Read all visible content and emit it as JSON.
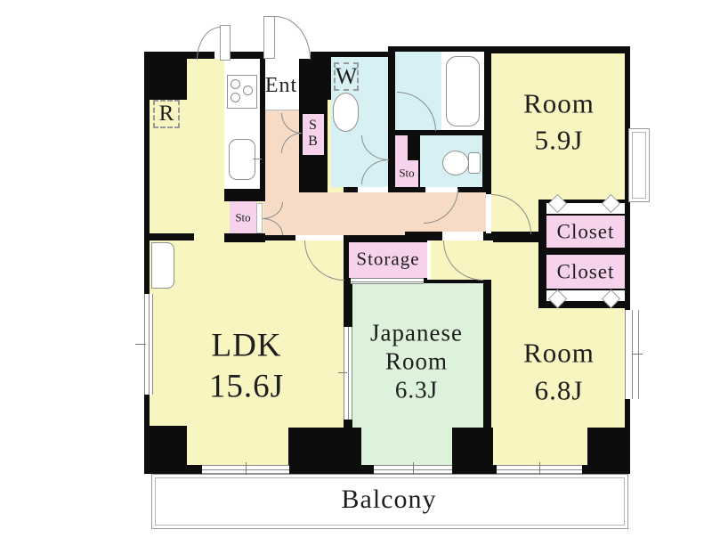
{
  "colors": {
    "wall": "#0d0d0d",
    "room_yellow": "#F8F5C1",
    "room_green": "#DCF2DA",
    "wet_blue": "#D6F0F3",
    "closet_pink": "#F6D2EC",
    "hall_peach": "#F6DCC6",
    "line_gray": "#8a8a8a",
    "label": "#1e1e1e"
  },
  "rooms": {
    "ldk": {
      "name": "LDK",
      "area": "15.6J"
    },
    "japanese": {
      "line1": "Japanese",
      "line2": "Room",
      "area": "6.3J"
    },
    "room_ne": {
      "name": "Room",
      "area": "5.9J"
    },
    "room_se": {
      "name": "Room",
      "area": "6.8J"
    },
    "entrance": {
      "name": "Ent"
    },
    "balcony": {
      "name": "Balcony"
    }
  },
  "closets": {
    "upper": "Closet",
    "lower": "Closet",
    "storage": "Storage",
    "sto_hall": "Sto",
    "sto_wash": "Sto",
    "shoe_s": "S",
    "shoe_b": "B"
  },
  "appliances": {
    "washer": "W",
    "fridge": "R"
  }
}
